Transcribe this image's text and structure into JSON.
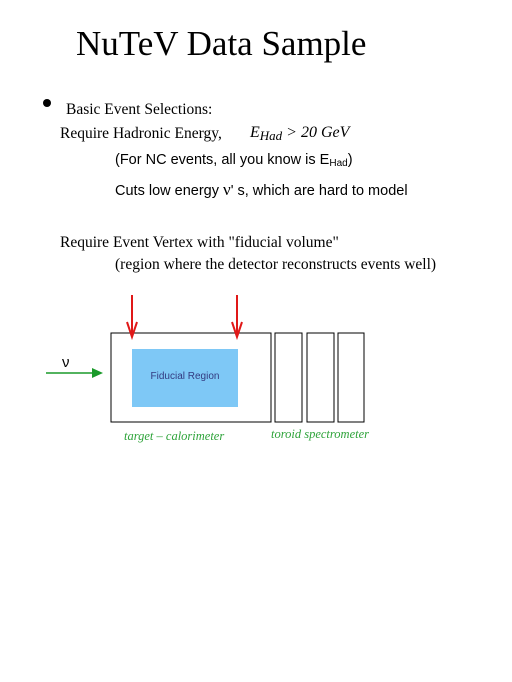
{
  "title": "NuTeV Data Sample",
  "bullet": {
    "heading": "Basic Event Selections:"
  },
  "hadronic": {
    "label": "Require Hadronic Energy,",
    "formula_E": "E",
    "formula_sub": "Had",
    "formula_rest": " > 20 GeV",
    "nc_note_prefix": "(For NC events, all you know is E",
    "nc_note_sub": "Had",
    "nc_note_suffix": ")",
    "cuts_prefix": "Cuts  low energy ",
    "cuts_nu": "ν",
    "cuts_suffix": "' s, which are hard to model"
  },
  "vertex": {
    "line1": "Require Event Vertex with \"fiducial volume\"",
    "line2": "(region where the detector reconstructs events well)"
  },
  "diagram": {
    "nu_label": "ν",
    "fiducial_label": "Fiducial Region",
    "target_label": "target – calorimeter",
    "toroid_label": "toroid spectrometer",
    "colors": {
      "arrow_red": "#e01818",
      "arrow_green": "#1a9a2a",
      "fiducial_fill": "#7ec8f6",
      "label_green": "#2ea33a"
    }
  }
}
